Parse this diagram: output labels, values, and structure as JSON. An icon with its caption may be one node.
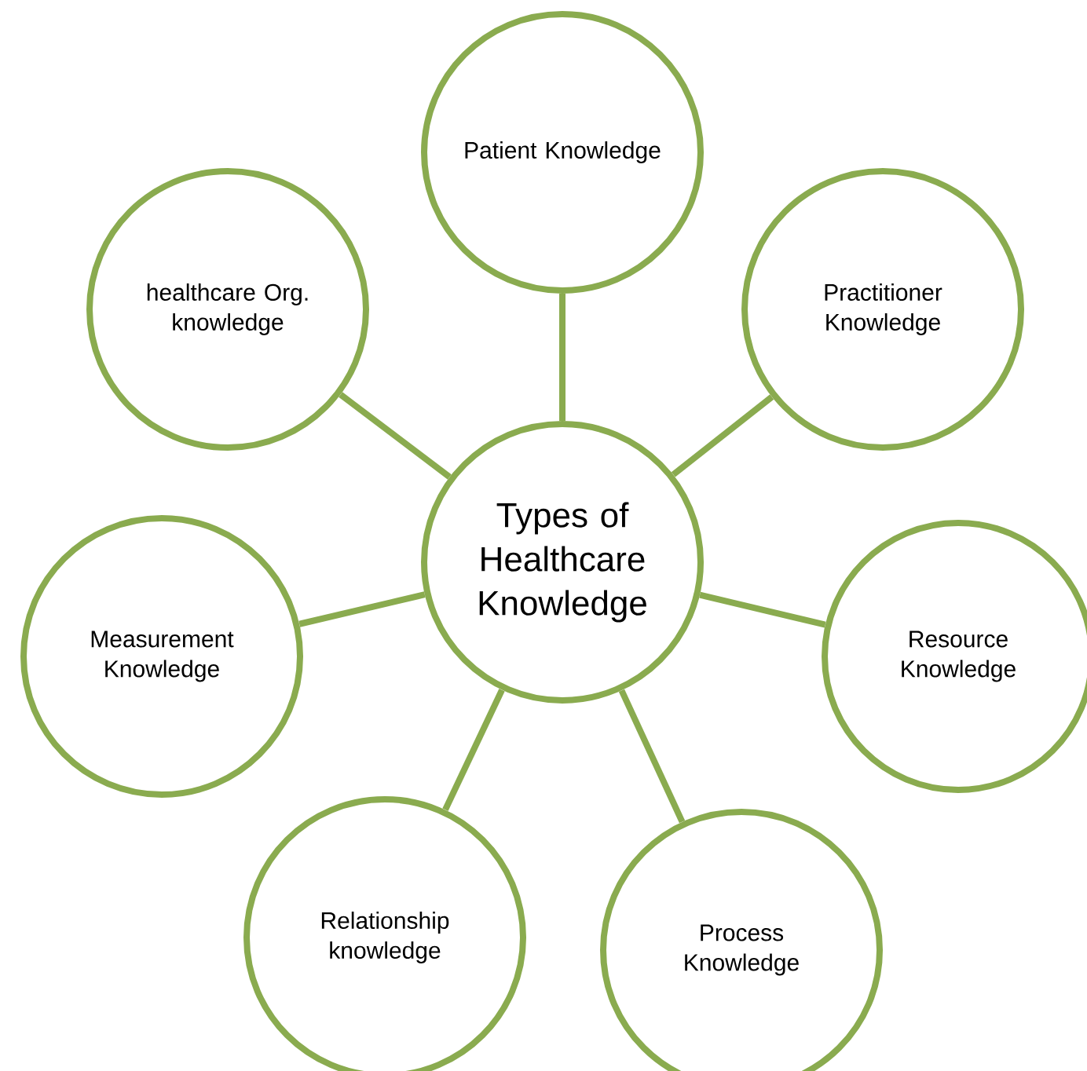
{
  "diagram": {
    "nodes": [
      {
        "text": [
          "Types of Healthcare Knowledge"
        ]
      },
      {
        "text": [
          "Patient Knowledge"
        ]
      },
      {
        "text": [
          "Practitioner Knowledge"
        ]
      },
      {
        "text": [
          "Resource Knowledge"
        ]
      },
      {
        "text": [
          "Process Knowledge"
        ]
      },
      {
        "text": [
          "Relationship knowledge"
        ]
      },
      {
        "text": [
          "Measurement Knowledge"
        ]
      },
      {
        "text": [
          "healthcare Org. knowledge"
        ]
      }
    ],
    "edges": [
      {
        "from": 0,
        "to": 1,
        "arrow": "none"
      },
      {
        "from": 0,
        "to": 2,
        "arrow": "none"
      },
      {
        "from": 0,
        "to": 3,
        "arrow": "none"
      },
      {
        "from": 0,
        "to": 4,
        "arrow": "none"
      },
      {
        "from": 0,
        "to": 5,
        "arrow": "none"
      },
      {
        "from": 0,
        "to": 6,
        "arrow": "none"
      },
      {
        "from": 0,
        "to": 7,
        "arrow": "none"
      }
    ]
  }
}
